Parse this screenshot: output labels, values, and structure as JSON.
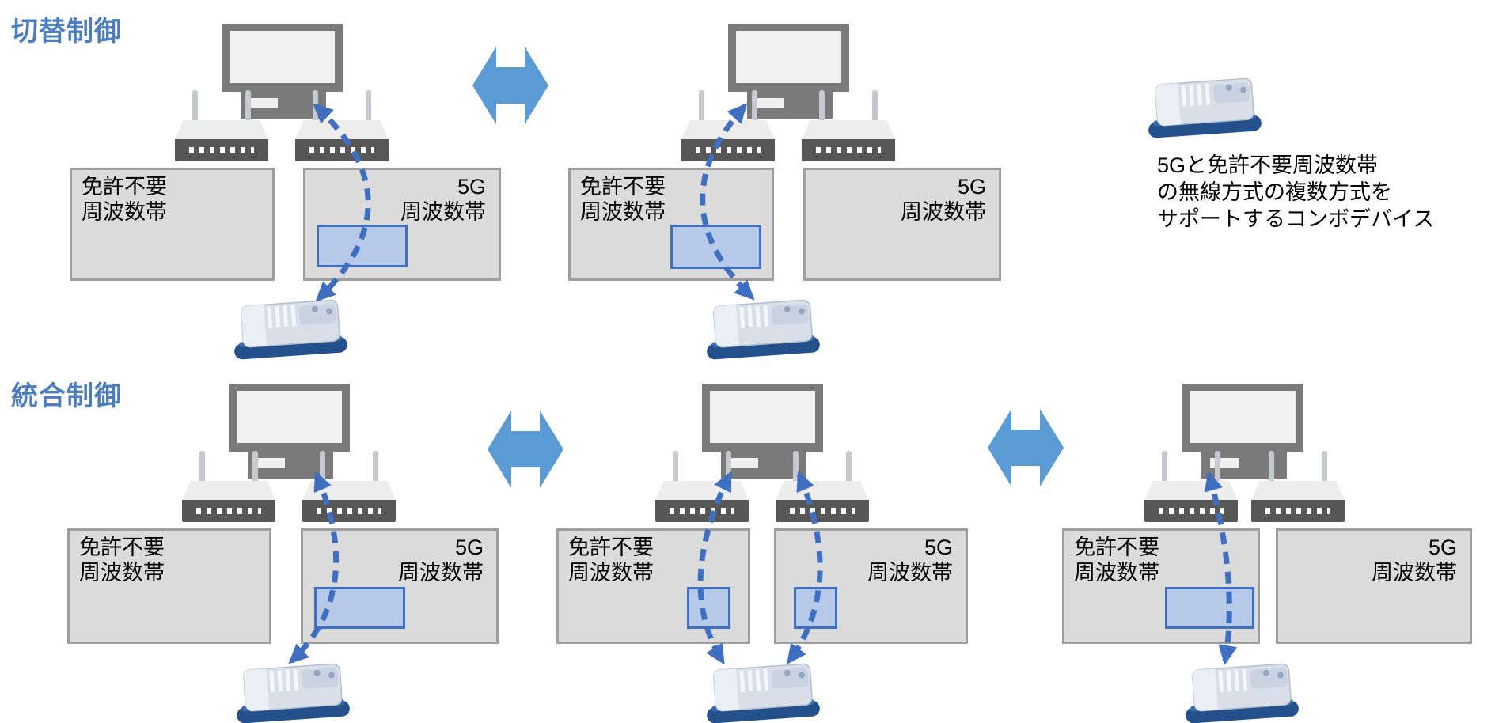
{
  "rows": [
    {
      "title": "切替制御",
      "groups": [
        {
          "left_box": {
            "line1": "免許不要",
            "line2": "周波数帯"
          },
          "right_box": {
            "line1": "5G",
            "line2": "周波数帯"
          }
        },
        {
          "left_box": {
            "line1": "免許不要",
            "line2": "周波数帯"
          },
          "right_box": {
            "line1": "5G",
            "line2": "周波数帯"
          }
        }
      ]
    },
    {
      "title": "統合制御",
      "groups": [
        {
          "left_box": {
            "line1": "免許不要",
            "line2": "周波数帯"
          },
          "right_box": {
            "line1": "5G",
            "line2": "周波数帯"
          }
        },
        {
          "left_box": {
            "line1": "免許不要",
            "line2": "周波数帯"
          },
          "right_box": {
            "line1": "5G",
            "line2": "周波数帯"
          }
        },
        {
          "left_box": {
            "line1": "免許不要",
            "line2": "周波数帯"
          },
          "right_box": {
            "line1": "5G",
            "line2": "周波数帯"
          }
        }
      ]
    }
  ],
  "legend": {
    "line1": "5Gと免許不要周波数帯",
    "line2": "の無線方式の複数方式を",
    "line3": "サポートするコンボデバイス"
  },
  "colors": {
    "title_text": "#4C7DBF",
    "wide_arrow": "#5B9BD5",
    "link_arrow": "#3F6FC1",
    "channel_fill": "#B7C9E8",
    "channel_border": "#3F6FBE",
    "band_box_fill": "#DBDBDB",
    "band_box_border": "#9E9E9E"
  }
}
